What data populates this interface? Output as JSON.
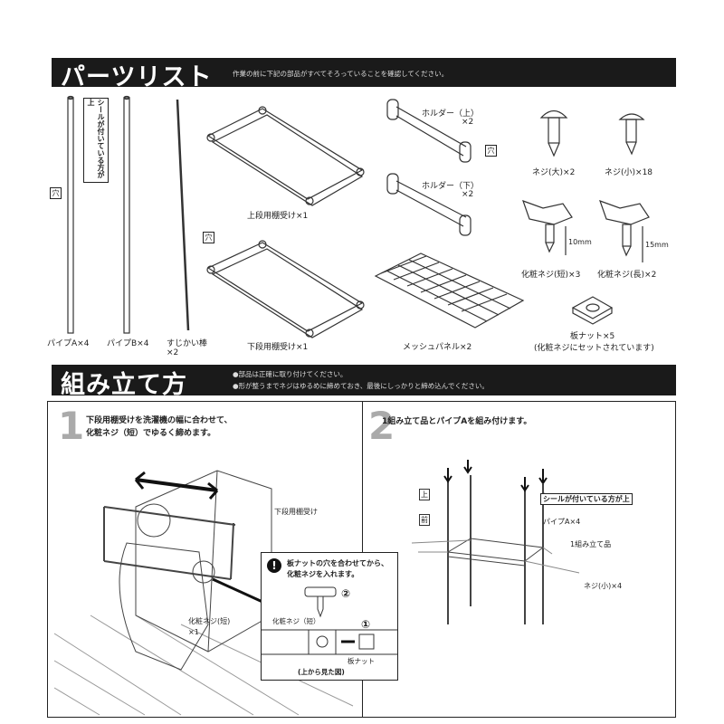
{
  "parts_header": {
    "title": "パーツリスト",
    "note": "作業の前に下記の部品がすべてそろっていることを確認してください。"
  },
  "parts": {
    "pipe_a": "パイプA×4",
    "pipe_b": "パイプB×4",
    "brace_1": "すじかい棒",
    "brace_2": "×2",
    "seal_note": "シールが付いている方が上",
    "hole": "穴",
    "upper_shelf": "上段用棚受け×1",
    "lower_shelf": "下段用棚受け×1",
    "holder_upper_1": "ホルダー（上）",
    "holder_upper_2": "×2",
    "holder_lower_1": "ホルダー（下）",
    "holder_lower_2": "×2",
    "mesh_panel": "メッシュパネル×2",
    "screw_large": "ネジ(大)×2",
    "screw_small": "ネジ(小)×18",
    "knob_short": "化粧ネジ(短)×3",
    "knob_long": "化粧ネジ(長)×2",
    "len_short": "10mm",
    "len_long": "15mm",
    "plate_nut": "板ナット×5",
    "plate_nut_note": "(化粧ネジにセットされています)"
  },
  "assembly_header": {
    "title": "組み立て方",
    "note_1": "●部品は正確に取り付けてください。",
    "note_2": "●形が整うまでネジはゆるめに締めておき、最後にしっかりと締め込んでください。"
  },
  "step1": {
    "number": "1",
    "text_1": "下段用棚受けを洗濯機の幅に合わせて、",
    "text_2": "化粧ネジ（短）でゆるく締めます。",
    "label_shelf": "下段用棚受け",
    "label_knob_1": "化粧ネジ(短)",
    "label_knob_2": "×1",
    "callout": {
      "text_1": "板ナットの穴を合わせてから、",
      "text_2": "化粧ネジを入れます。",
      "knob": "化粧ネジ（短）",
      "nut": "板ナット",
      "view": "(上から見た図)",
      "mark_1": "①",
      "mark_2": "②"
    }
  },
  "step2": {
    "number": "2",
    "text": "1組み立て品とパイプAを組み付けます。",
    "seal": "シールが付いている方が上",
    "pipe": "パイプA×4",
    "assembly": "1組み立て品",
    "screw": "ネジ(小)×4",
    "up": "上",
    "front": "前"
  }
}
